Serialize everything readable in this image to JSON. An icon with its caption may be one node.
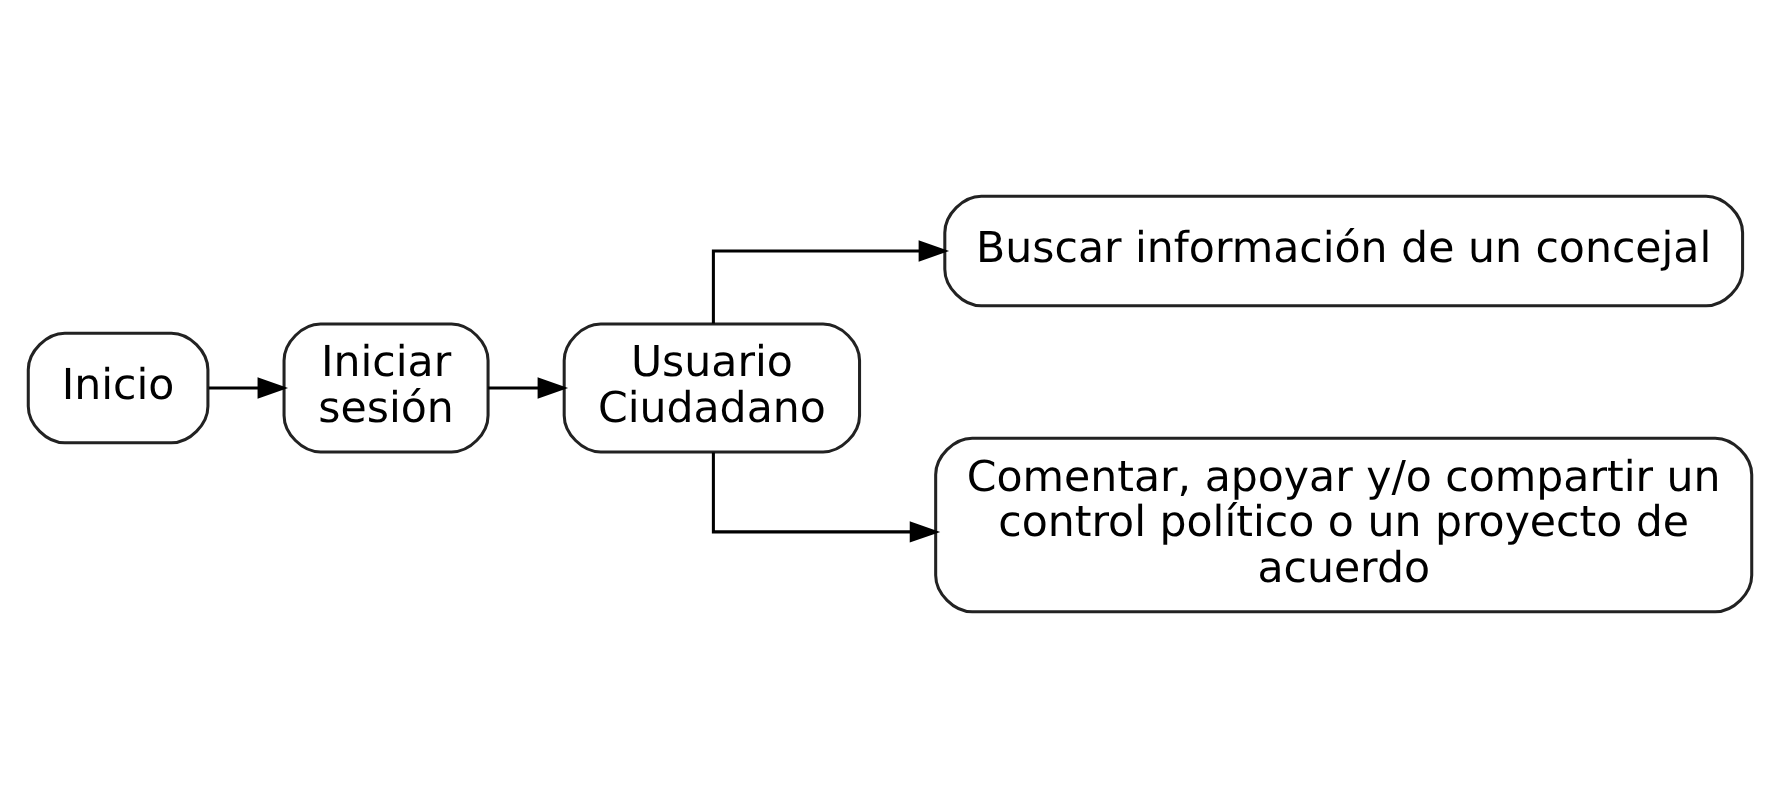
{
  "diagram": {
    "nodes": [
      {
        "text": [
          "Inicio"
        ]
      },
      {
        "text": [
          "Iniciar sesión"
        ]
      },
      {
        "text": [
          "Usuario Ciudadano"
        ]
      },
      {
        "text": [
          "Buscar información de un concejal"
        ]
      },
      {
        "text": [
          "Comentar, apoyar y/o compartir un control político o un proyecto de acuerdo"
        ]
      }
    ],
    "edges": [
      {
        "from": 0,
        "to": 1,
        "arrow": "to"
      },
      {
        "from": 1,
        "to": 2,
        "arrow": "to"
      },
      {
        "from": 2,
        "to": 3,
        "arrow": "to"
      },
      {
        "from": 2,
        "to": 4,
        "arrow": "to"
      }
    ]
  }
}
